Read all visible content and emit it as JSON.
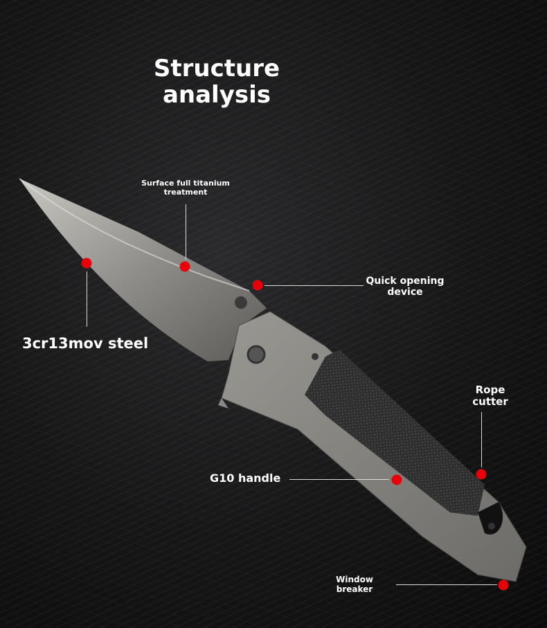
{
  "title": {
    "line1": "Structure",
    "line2": "analysis"
  },
  "labels": {
    "surface": {
      "line1": "Surface full titanium",
      "line2": "treatment"
    },
    "quick_opening": {
      "line1": "Quick opening",
      "line2": "device"
    },
    "steel": "3cr13mov steel",
    "rope_cutter": {
      "line1": "Rope",
      "line2": "cutter"
    },
    "handle": "G10 handle",
    "window_breaker": {
      "line1": "Window",
      "line2": "breaker"
    }
  },
  "colors": {
    "marker": "#e8000b",
    "background": "#161617"
  }
}
